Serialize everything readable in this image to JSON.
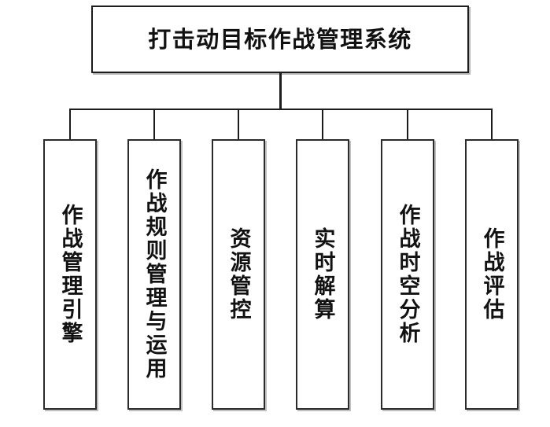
{
  "diagram": {
    "type": "organization-tree",
    "orientation": "top-down",
    "background_color": "#ffffff",
    "line_color": "#1c1c1c",
    "text_color": "#111111",
    "root": {
      "label": "打击动目标作战管理系统"
    },
    "children": [
      {
        "label": "作战管理引擎"
      },
      {
        "label": "作战规则管理与运用"
      },
      {
        "label": "资源管控"
      },
      {
        "label": "实时解算"
      },
      {
        "label": "作战时空分析"
      },
      {
        "label": "作战评估"
      }
    ]
  }
}
